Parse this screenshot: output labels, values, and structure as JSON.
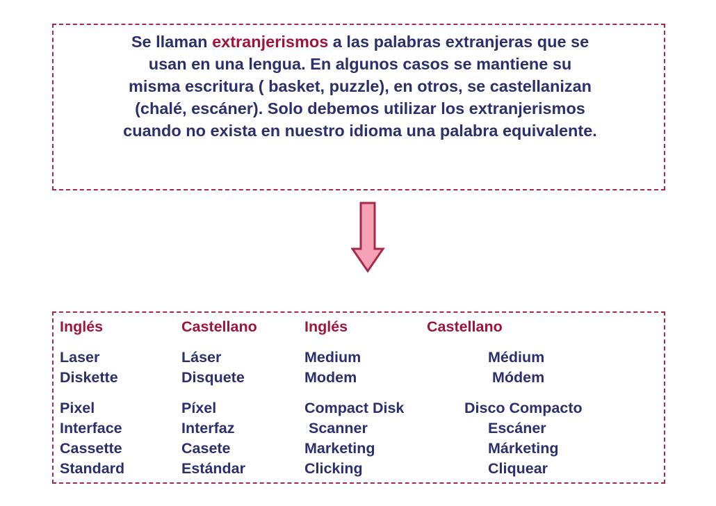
{
  "intro": {
    "line1_a": "Se llaman ",
    "highlight": "extranjerismos",
    "line1_b": " a las palabras extranjeras que se",
    "line2": "usan en una lengua. En algunos casos se mantiene su",
    "line3": "misma escritura ( basket, puzzle), en otros, se castellanizan",
    "line4": "(chalé, escáner). Solo debemos utilizar los extranjerismos",
    "line5": "cuando no exista en nuestro idioma una palabra equivalente."
  },
  "table": {
    "headers": [
      "Inglés",
      "Castellano",
      "Inglés",
      "Castellano"
    ],
    "col1": [
      "Laser",
      "Diskette",
      "Pixel",
      "Interface",
      "Cassette",
      "Standard"
    ],
    "col2": [
      "Láser",
      "Disquete",
      "Píxel",
      "Interfaz",
      "Casete",
      "Estándar"
    ],
    "col3": [
      "Medium",
      "Modem",
      "Compact Disk",
      "Scanner",
      "Marketing",
      "Clicking"
    ],
    "col4": [
      "Médium",
      "Módem",
      "Disco Compacto",
      "Escáner",
      "Márketing",
      "Cliquear"
    ]
  },
  "colors": {
    "text": "#2b2f6e",
    "accent": "#a0143c",
    "border": "#a52a4a",
    "arrow_fill": "#f7a1b8"
  },
  "icons": {
    "arrow": "down-arrow-icon"
  }
}
